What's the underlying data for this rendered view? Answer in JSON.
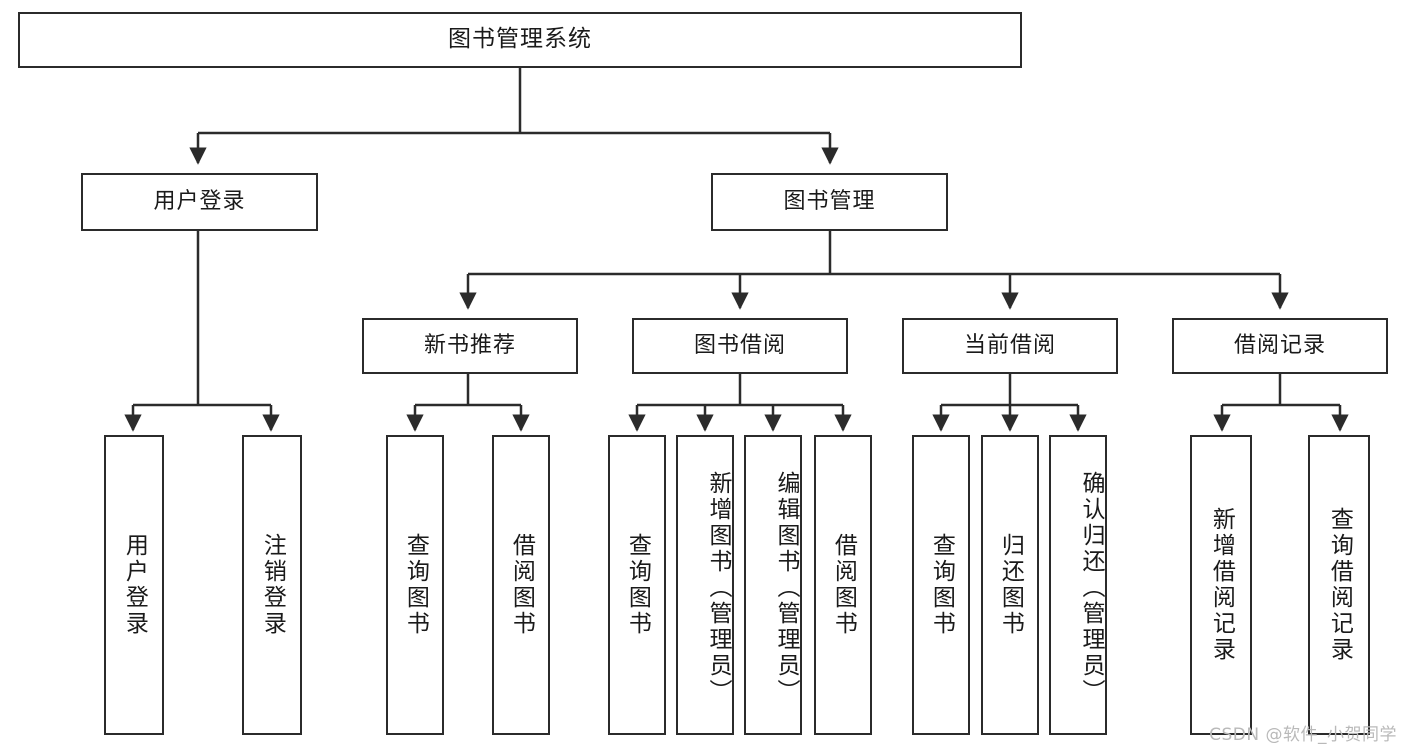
{
  "diagram": {
    "title": "图书管理系统",
    "type": "tree",
    "watermark": "CSDN @软件_小贺同学",
    "colors": {
      "stroke": "#2b2b2b",
      "fill": "#ffffff",
      "text": "#1a1a1a",
      "watermark": "#b9b9b9"
    },
    "levels": {
      "root": {
        "label": "图书管理系统"
      },
      "level2": [
        {
          "id": "user-login",
          "label": "用户登录"
        },
        {
          "id": "book-manage",
          "label": "图书管理"
        }
      ],
      "level3": [
        {
          "id": "new-book-recommend",
          "label": "新书推荐",
          "parent": "book-manage"
        },
        {
          "id": "book-borrow",
          "label": "图书借阅",
          "parent": "book-manage"
        },
        {
          "id": "current-borrow",
          "label": "当前借阅",
          "parent": "book-manage"
        },
        {
          "id": "borrow-record",
          "label": "借阅记录",
          "parent": "book-manage"
        }
      ],
      "leaves": [
        {
          "id": "leaf-user-login",
          "label": "用户登录",
          "parent": "user-login"
        },
        {
          "id": "leaf-logout",
          "label": "注销登录",
          "parent": "user-login"
        },
        {
          "id": "leaf-query-book-1",
          "label": "查询图书",
          "parent": "new-book-recommend"
        },
        {
          "id": "leaf-borrow-book-1",
          "label": "借阅图书",
          "parent": "new-book-recommend"
        },
        {
          "id": "leaf-query-book-2",
          "label": "查询图书",
          "parent": "book-borrow"
        },
        {
          "id": "leaf-add-book",
          "label": "新增图书（管理员）",
          "parent": "book-borrow"
        },
        {
          "id": "leaf-edit-book",
          "label": "编辑图书（管理员）",
          "parent": "book-borrow"
        },
        {
          "id": "leaf-borrow-book-2",
          "label": "借阅图书",
          "parent": "book-borrow"
        },
        {
          "id": "leaf-query-book-3",
          "label": "查询图书",
          "parent": "current-borrow"
        },
        {
          "id": "leaf-return-book",
          "label": "归还图书",
          "parent": "current-borrow"
        },
        {
          "id": "leaf-confirm-return",
          "label": "确认归还（管理员）",
          "parent": "current-borrow"
        },
        {
          "id": "leaf-add-record",
          "label": "新增借阅记录",
          "parent": "borrow-record"
        },
        {
          "id": "leaf-query-record",
          "label": "查询借阅记录",
          "parent": "borrow-record"
        }
      ]
    }
  }
}
